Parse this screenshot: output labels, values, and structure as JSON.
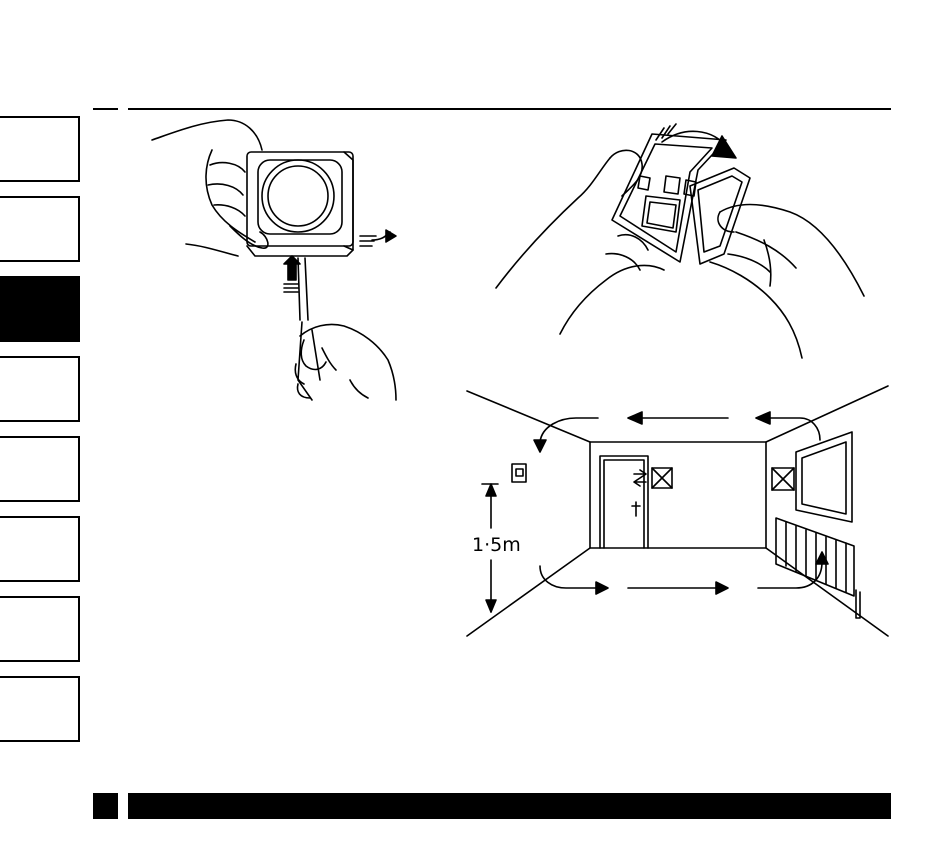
{
  "side_tabs": [
    {
      "id": "tab-1",
      "active": false
    },
    {
      "id": "tab-2",
      "active": false
    },
    {
      "id": "tab-3",
      "active": true
    },
    {
      "id": "tab-4",
      "active": false
    },
    {
      "id": "tab-5",
      "active": false
    },
    {
      "id": "tab-6",
      "active": false
    },
    {
      "id": "tab-7",
      "active": false
    },
    {
      "id": "tab-8",
      "active": false
    }
  ],
  "room_diagram": {
    "height_label": "1·5m"
  },
  "colors": {
    "ink": "#000000",
    "paper": "#ffffff"
  }
}
